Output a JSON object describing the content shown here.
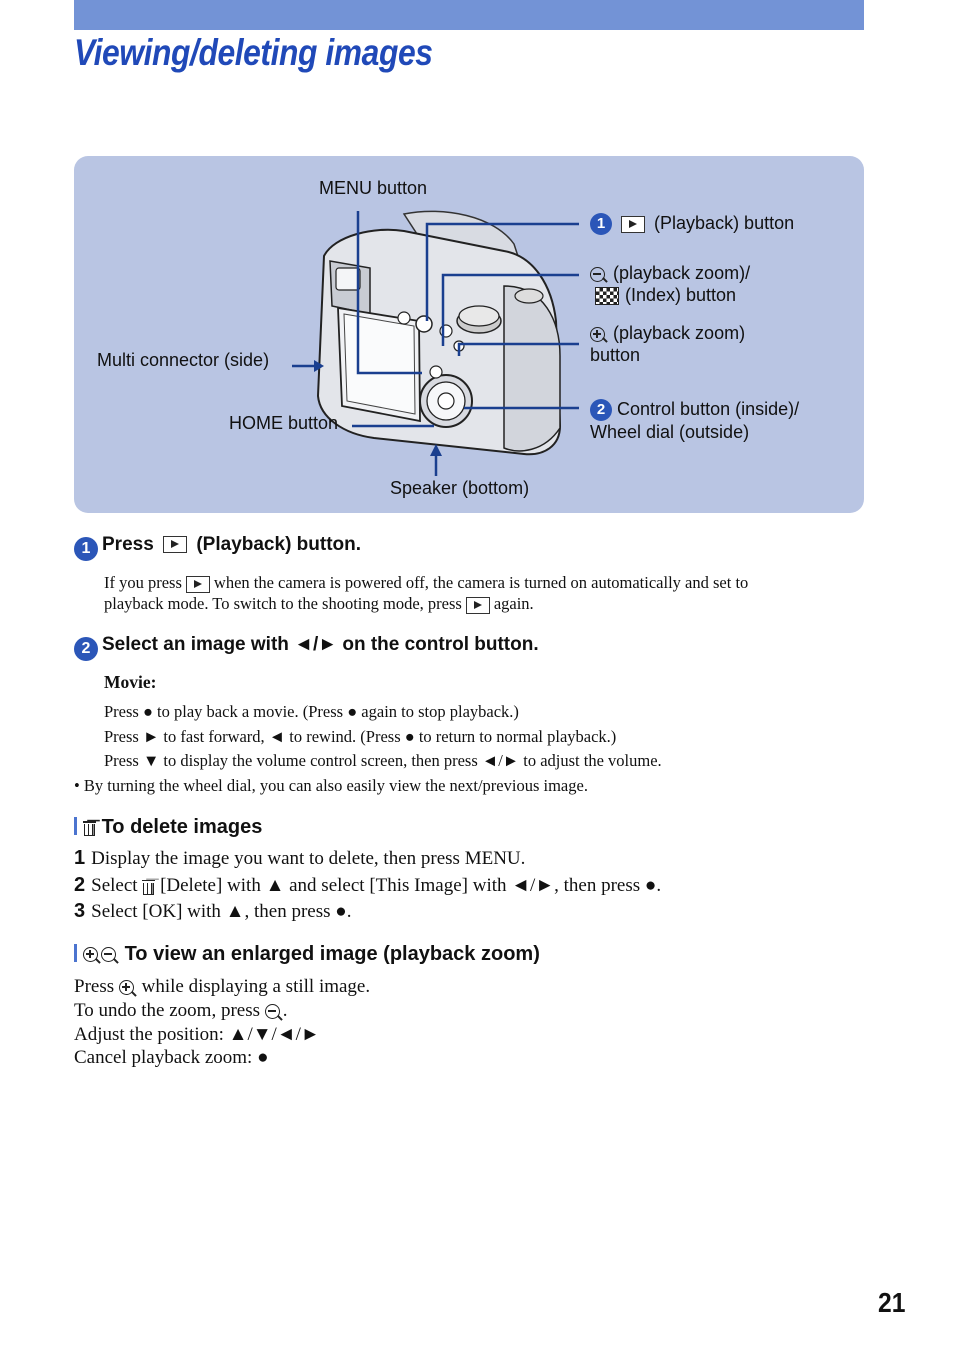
{
  "page": {
    "title": "Viewing/deleting images",
    "page_number": "21",
    "accent_color": "#2049b8",
    "topbar_color": "#7393d6",
    "diagram_bg": "#b9c5e3"
  },
  "diagram": {
    "menu_button": "MENU button",
    "playback_badge": "1",
    "playback_button": "(Playback) button",
    "zoom_out_label": "(playback zoom)/",
    "index_label": "(Index) button",
    "zoom_in_label": "(playback zoom)",
    "zoom_in_label2": "button",
    "control_badge": "2",
    "control_label": "Control button (inside)/",
    "wheel_label": "Wheel dial (outside)",
    "multi_connector": "Multi connector (side)",
    "home_button": "HOME button",
    "speaker": "Speaker (bottom)"
  },
  "step1": {
    "badge": "1",
    "press": "Press",
    "heading_rest": "(Playback) button.",
    "body_a": "If you press",
    "body_b": "when the camera is powered off, the camera is turned on automatically and set to",
    "body_c": "playback mode. To switch to the shooting mode, press",
    "body_d": "again."
  },
  "step2": {
    "badge": "2",
    "heading": "Select an image with ◄/► on the control button.",
    "movie_heading": "Movie:",
    "lines": [
      "Press ● to play back a movie. (Press ● again to stop playback.)",
      "Press ► to fast forward, ◄ to rewind. (Press ● to return to normal playback.)",
      "Press ▼ to display the volume control screen, then press ◄/► to adjust the volume."
    ],
    "bullet": "• By turning the wheel dial, you can also easily view the next/previous image."
  },
  "delete": {
    "heading": "To delete images",
    "steps": [
      {
        "num": "1",
        "text": "Display the image you want to delete, then press MENU."
      },
      {
        "num": "2",
        "text_a": "Select",
        "text_b": "[Delete] with ▲ and select [This Image] with ◄/►, then press ●."
      },
      {
        "num": "3",
        "text": "Select [OK] with ▲, then press ●."
      }
    ]
  },
  "zoom": {
    "heading": "To view an enlarged image (playback zoom)",
    "line1_a": "Press",
    "line1_b": "while displaying a still image.",
    "line2_a": "To undo the zoom, press",
    "line2_b": ".",
    "line3": "Adjust the position: ▲/▼/◄/►",
    "line4": "Cancel playback zoom: ●"
  }
}
